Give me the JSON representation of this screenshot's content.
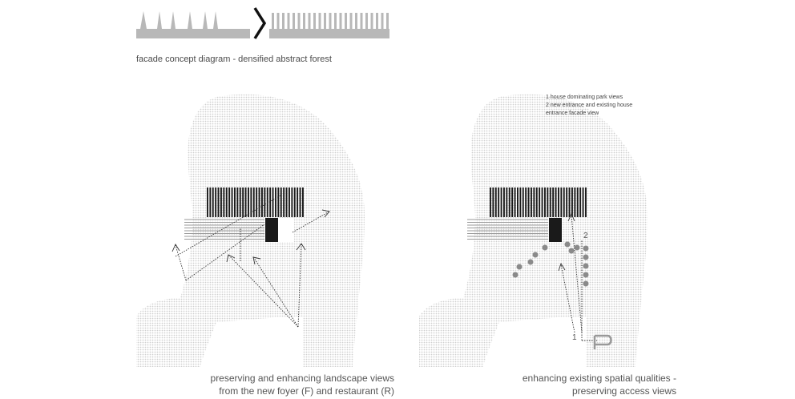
{
  "concept": {
    "caption": "facade concept diagram - densified abstract forest"
  },
  "left_panel": {
    "caption_line1": "preserving and enhancing landscape views",
    "caption_line2": "from the new foyer (F) and restaurant (R)"
  },
  "right_panel": {
    "legend": [
      "1  house dominating park views",
      "2  new entrance and existing house",
      "    entrance facade view"
    ],
    "caption_line1": "enhancing existing spatial qualities -",
    "caption_line2": "preserving access views",
    "label_1": "1",
    "label_2": "2",
    "parking_symbol": "P"
  },
  "colors": {
    "grey_bar": "#b8b8b8",
    "chevron": "#111111",
    "dot_area": "#e6e6e6",
    "building": "#1a1a1a",
    "access_dot": "#8a8a8a",
    "line": "#333333"
  }
}
